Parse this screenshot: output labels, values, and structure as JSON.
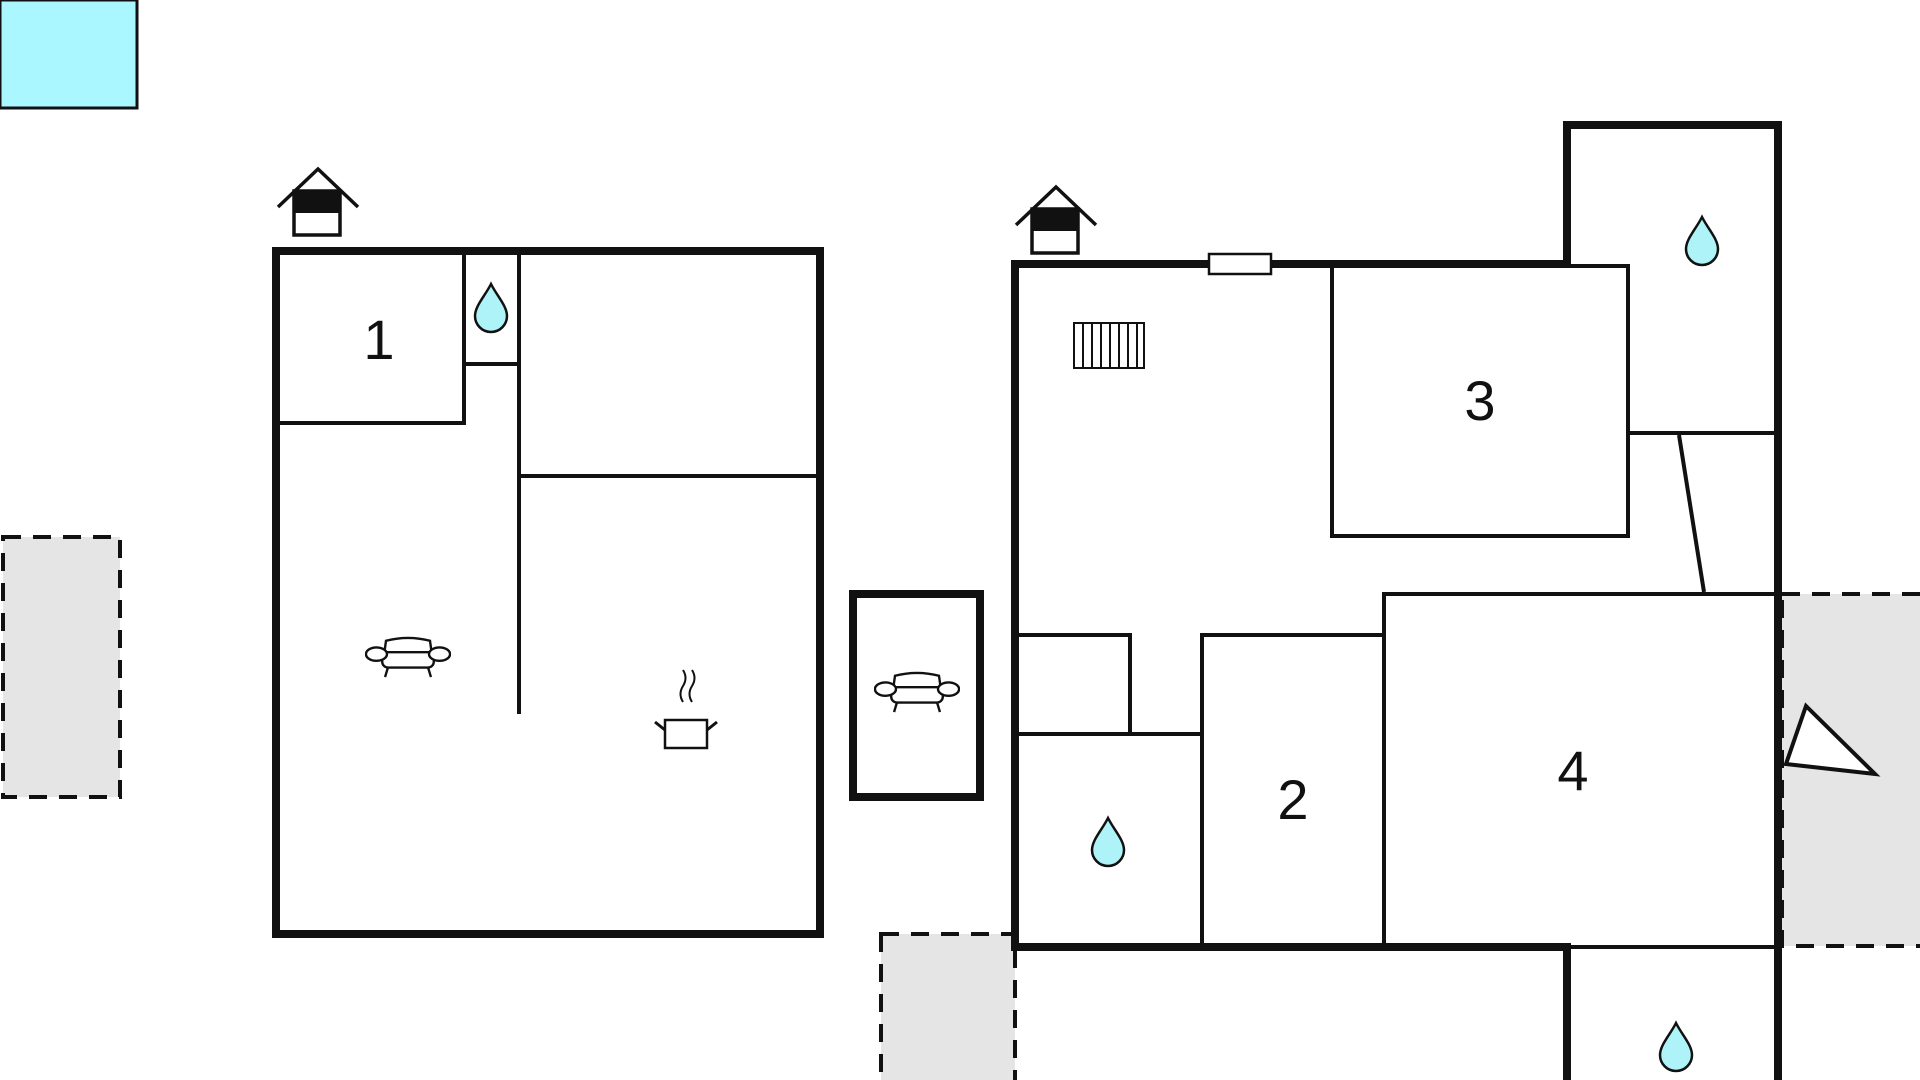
{
  "floorplan": {
    "room_labels": [
      "1",
      "2",
      "3",
      "4"
    ],
    "icons": [
      "pool-icon",
      "entrance-house-icon",
      "water-drop-icon",
      "sofa-icon",
      "cooking-pot-icon",
      "radiator-icon",
      "window-icon",
      "terrace-area",
      "parking-triangle-icon"
    ],
    "colors": {
      "wall": "#111111",
      "pool": "#aaf7ff",
      "terrace": "#e5e5e5",
      "water_drop": "#aef3f7",
      "background": "#ffffff"
    }
  }
}
